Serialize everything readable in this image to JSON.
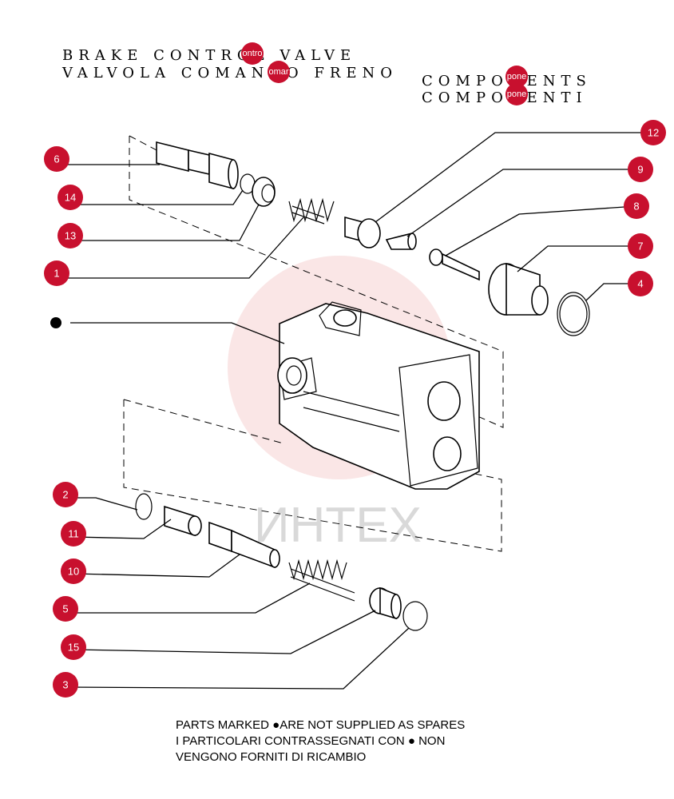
{
  "title": {
    "line1": "BRAKE   CONTROL VALVE",
    "line2": "VALVOLA   COMANDO   FRENO",
    "right1": "COMPONENTS",
    "right2": "COMPONENTI"
  },
  "title_tags": [
    "ontro",
    "omar",
    "pone",
    "pone"
  ],
  "callouts": [
    "6",
    "14",
    "13",
    "1",
    "12",
    "9",
    "8",
    "7",
    "4",
    "2",
    "11",
    "10",
    "5",
    "15",
    "3"
  ],
  "watermark": "ИНТЕХ",
  "notes": [
    "PARTS MARKED ●ARE NOT SUPPLIED AS SPARES",
    "I  PARTICOLARI  CONTRASSEGNATI  CON  ●  NON",
    "VENGONO FORNITI DI RICAMBIO"
  ],
  "colors": {
    "badge": "#c8102e",
    "watermark": "#f3c6c6"
  }
}
